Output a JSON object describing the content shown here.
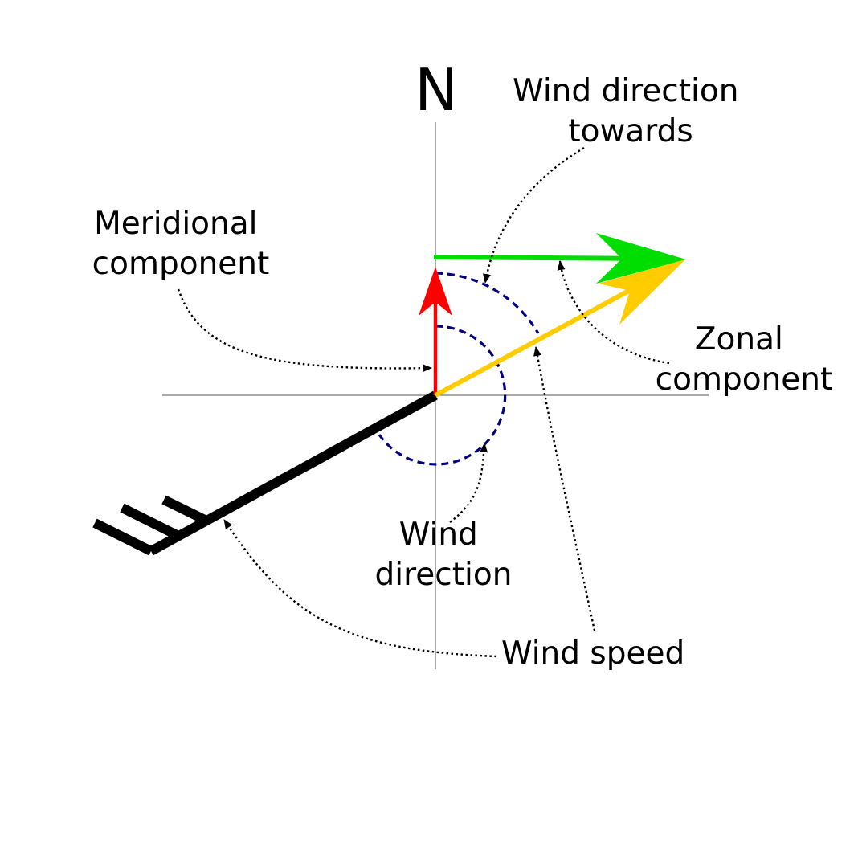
{
  "diagram": {
    "north_label": "N",
    "labels": {
      "wind_direction_towards": [
        "Wind direction",
        "towards"
      ],
      "meridional_component": [
        "Meridional",
        "component"
      ],
      "zonal_component": [
        "Zonal",
        "component"
      ],
      "wind_direction": [
        "Wind",
        "direction"
      ],
      "wind_speed": "Wind speed"
    },
    "colors": {
      "meridional": "#ff0000",
      "zonal": "#00dd00",
      "wind_vector": "#ffcc00",
      "wind_barb": "#000000",
      "angle_arcs": "#000080",
      "axes": "#555555"
    },
    "barb_icon": "wind-barb-icon"
  }
}
